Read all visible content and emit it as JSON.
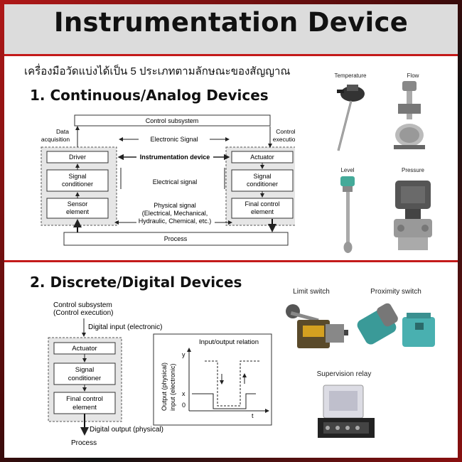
{
  "header": {
    "title": "Instrumentation Device",
    "subtitle": "เครื่องมือวัดแบ่งได้เป็น 5 ประเภทตามลักษณะของสัญญาณ"
  },
  "section1": {
    "heading": "1. Continuous/Analog Devices",
    "diagram": {
      "control_subsystem": "Control subsystem",
      "data_acquisition": [
        "Data",
        "acquisition"
      ],
      "control_execution": [
        "Control",
        "execution"
      ],
      "electronic_signal": "Electronic Signal",
      "instrumentation_device": "Instrumentation device",
      "electrical_signal": "Electrical signal",
      "physical_signal": [
        "Physical signal",
        "(Electrical, Mechanical,",
        "Hydraulic, Chemical, etc.)"
      ],
      "process": "Process",
      "left_blocks": [
        [
          "Driver"
        ],
        [
          "Signal",
          "conditioner"
        ],
        [
          "Sensor",
          "element"
        ]
      ],
      "right_blocks": [
        [
          "Actuator"
        ],
        [
          "Signal",
          "conditioner"
        ],
        [
          "Final control",
          "element"
        ]
      ]
    },
    "photos": {
      "temperature": "Temperature",
      "flow": "Flow",
      "level": "Level",
      "pressure": "Pressure"
    }
  },
  "section2": {
    "heading": "2. Discrete/Digital Devices",
    "diagram": {
      "control_subsystem": [
        "Control subsystem",
        "(Control execution)"
      ],
      "digital_input": "Digital input (electronic)",
      "blocks": [
        [
          "Actuator"
        ],
        [
          "Signal",
          "conditioner"
        ],
        [
          "Final control",
          "element"
        ]
      ],
      "digital_output": "Digital output (physical)",
      "process": "Process",
      "io_title": "Input/output relation",
      "axis_y": "y",
      "axis_x": "x",
      "axis_zero": "0",
      "axis_t": "t",
      "output_label": "Output (physical)",
      "input_label": "input (electronic)"
    },
    "photos": {
      "limit_switch": "Limit switch",
      "proximity_switch": "Proximity switch",
      "supervision_relay": "Supervision relay"
    }
  }
}
